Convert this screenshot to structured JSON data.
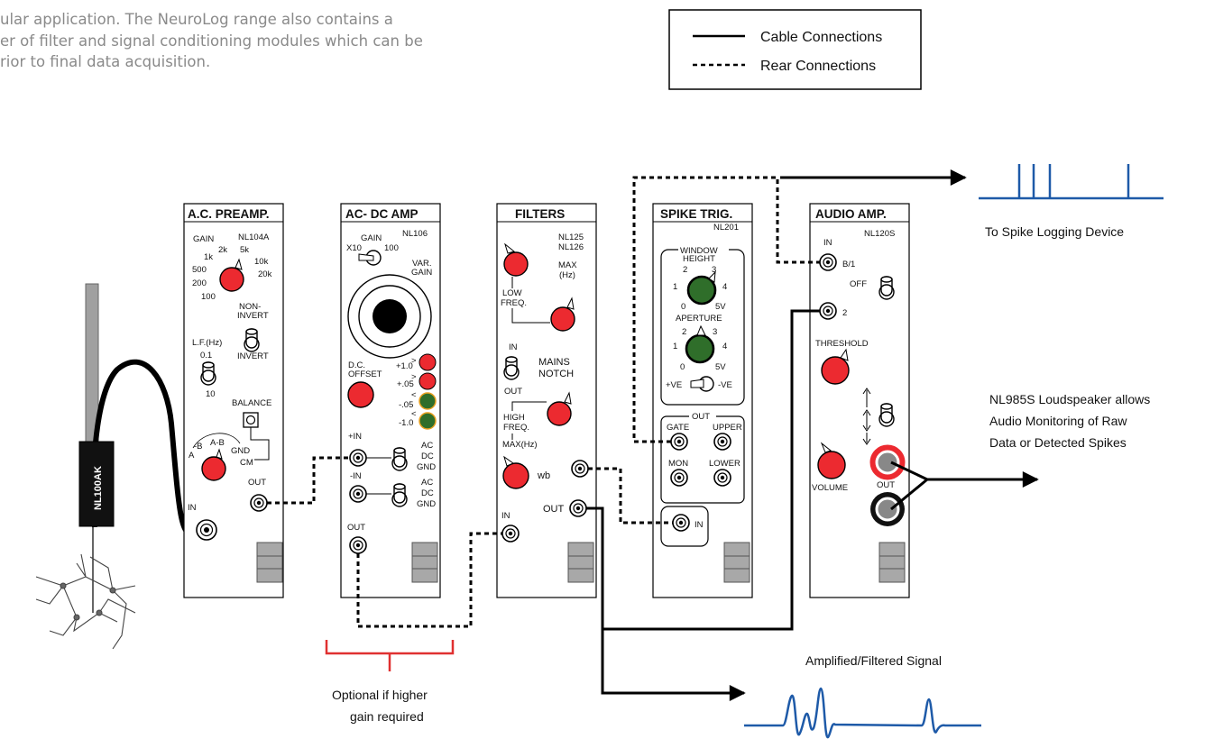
{
  "intro_lines": [
    "ular application. The NeuroLog range also contains a",
    "er of filter and signal conditioning modules which can be",
    "rior to final data acquisition."
  ],
  "legend": {
    "cable": "Cable Connections",
    "rear": "Rear Connections"
  },
  "electrode": {
    "label": "NL100AK"
  },
  "modules": {
    "preamp": {
      "title": "A.C. PREAMP.",
      "model": "NL104A",
      "gain": "GAIN",
      "gain_values": [
        "1k",
        "2k",
        "5k",
        "10k",
        "20k",
        "500",
        "200",
        "100"
      ],
      "non_invert": [
        "NON-",
        "INVERT"
      ],
      "invert": "INVERT",
      "lf": "L.F.(Hz)",
      "lf_01": "0.1",
      "lf_10": "10",
      "balance": "BALANCE",
      "gnd": "GND",
      "cm": "CM",
      "ab": "A-B",
      "b": "-B",
      "a": "A",
      "out": "OUT",
      "in": "IN"
    },
    "acdc": {
      "title": "AC- DC AMP",
      "model": "NL106",
      "gain": "GAIN",
      "x10": "X10",
      "x100": "100",
      "var": "VAR.",
      "var_gain": "GAIN",
      "dc": "D.C.",
      "offset": "OFFSET",
      "leds": [
        "+1.0",
        "+.05",
        "-.05",
        "-1.0"
      ],
      "leds_sym": [
        ">",
        ">",
        "<",
        "<"
      ],
      "plus_in": "+IN",
      "minus_in": "-IN",
      "ac": "AC",
      "dcl": "DC",
      "gndl": "GND",
      "out": "OUT"
    },
    "filters": {
      "title": "FILTERS",
      "model1": "NL125",
      "model2": "NL126",
      "max": "MAX",
      "hz": "(Hz)",
      "low": "LOW",
      "freq": "FREQ.",
      "in": "IN",
      "mains": "MAINS",
      "notch": "NOTCH",
      "out": "OUT",
      "high": "HIGH",
      "high_freq": "FREQ.",
      "maxhz": "MAX(Hz)",
      "wb": "wb",
      "out2": "OUT",
      "in2": "IN"
    },
    "spike": {
      "title": "SPIKE TRIG.",
      "model": "NL201",
      "window": "WINDOW",
      "height": "HEIGHT",
      "aperture": "APERTURE",
      "dial": [
        "0",
        "1",
        "2",
        "3",
        "4",
        "5V"
      ],
      "pve": "+VE",
      "nve": "-VE",
      "outhdr": "OUT",
      "gate": "GATE",
      "upper": "UPPER",
      "mon": "MON",
      "lower": "LOWER",
      "in": "IN"
    },
    "audio": {
      "title": "AUDIO AMP.",
      "model": "NL120S",
      "in": "IN",
      "b1": "B/1",
      "off": "OFF",
      "two": "2",
      "threshold": "THRESHOLD",
      "volume": "VOLUME",
      "out": "OUT"
    }
  },
  "annotations": {
    "spike_logging": "To Spike Logging Device",
    "speaker": [
      "NL985S Loudspeaker allows",
      "Audio Monitoring of Raw",
      "Data or Detected Spikes"
    ],
    "amplified": "Amplified/Filtered Signal",
    "optional": [
      "Optional if higher",
      "gain required"
    ]
  },
  "colors": {
    "knob_red": "#ec2a30",
    "led_green": "#2f6e2a",
    "signal_blue": "#1e5aa8",
    "bracket_red": "#e03030",
    "panel_gray": "#a8a8a8"
  }
}
